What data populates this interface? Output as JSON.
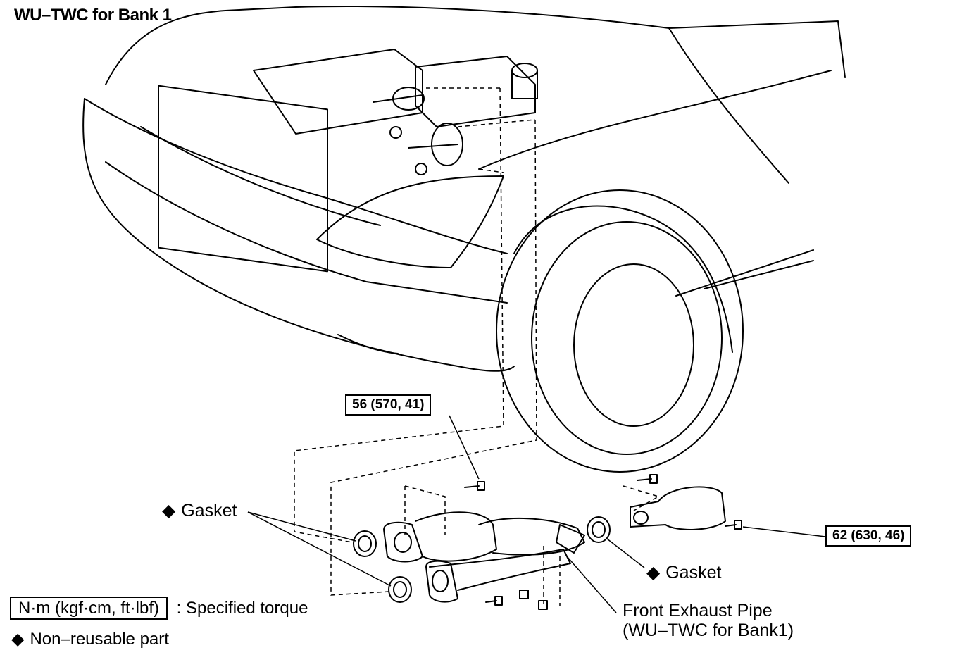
{
  "diagram": {
    "title": "WU–TWC for Bank 1",
    "labels": {
      "gasket_left": "Gasket",
      "gasket_right": "Gasket",
      "front_pipe_line1": "Front Exhaust Pipe",
      "front_pipe_line2": "(WU–TWC for Bank1)"
    },
    "torque_specs": {
      "upper": "56 (570, 41)",
      "right": "62 (630, 46)"
    },
    "legend": {
      "units": "N·m (kgf·cm, ft·lbf)",
      "specified_torque": ": Specified torque",
      "non_reusable": "Non–reusable part"
    },
    "symbols": {
      "non_reusable_marker": "◆"
    },
    "icons": {
      "non_reusable": "diamond-icon"
    }
  }
}
